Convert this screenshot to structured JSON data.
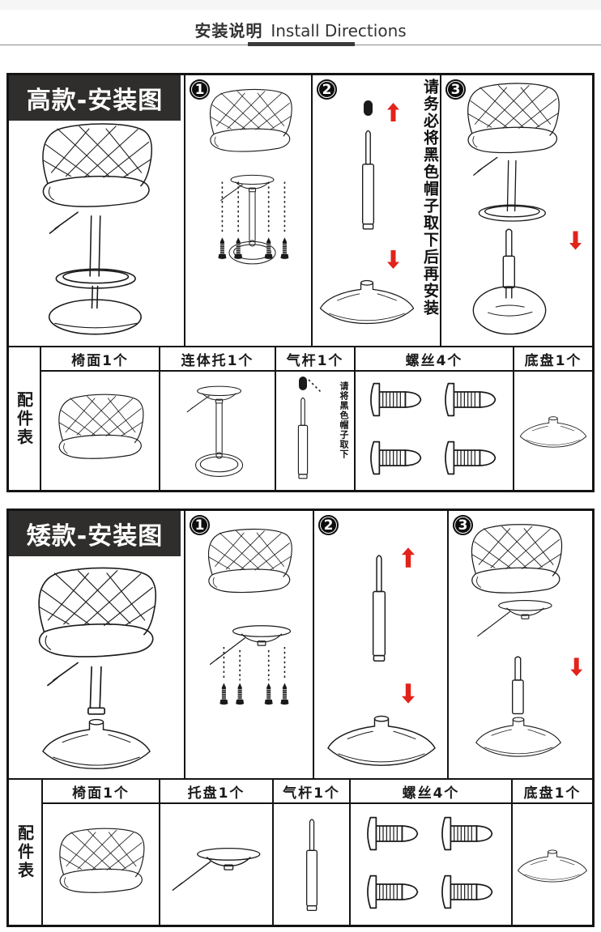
{
  "header": {
    "title_zh": "安装说明",
    "title_en": "Install Directions"
  },
  "colors": {
    "accent_red": "#e2231a",
    "panel_title_bg": "#2f2e2c",
    "line_color": "#1a1a1a"
  },
  "icons": {
    "step_badge": "negative-circled-digit",
    "arrow_up": "red-up-arrow",
    "arrow_down": "red-down-arrow"
  },
  "panels": [
    {
      "id": "tall",
      "title": "高款-安装图",
      "steps": [
        {
          "num": "1"
        },
        {
          "num": "2"
        },
        {
          "num": "3"
        }
      ],
      "side_note": "请务必将黑色帽子取下后再安装",
      "parts_table": {
        "row_label": "配件表",
        "columns": [
          "椅面1个",
          "连体托1个",
          "气杆1个",
          "螺丝4个",
          "底盘1个"
        ],
        "gas_rod_note": "请将黑色帽子取下"
      }
    },
    {
      "id": "short",
      "title": "矮款-安装图",
      "steps": [
        {
          "num": "1"
        },
        {
          "num": "2"
        },
        {
          "num": "3"
        }
      ],
      "parts_table": {
        "row_label": "配件表",
        "columns": [
          "椅面1个",
          "托盘1个",
          "气杆1个",
          "螺丝4个",
          "底盘1个"
        ]
      }
    }
  ]
}
